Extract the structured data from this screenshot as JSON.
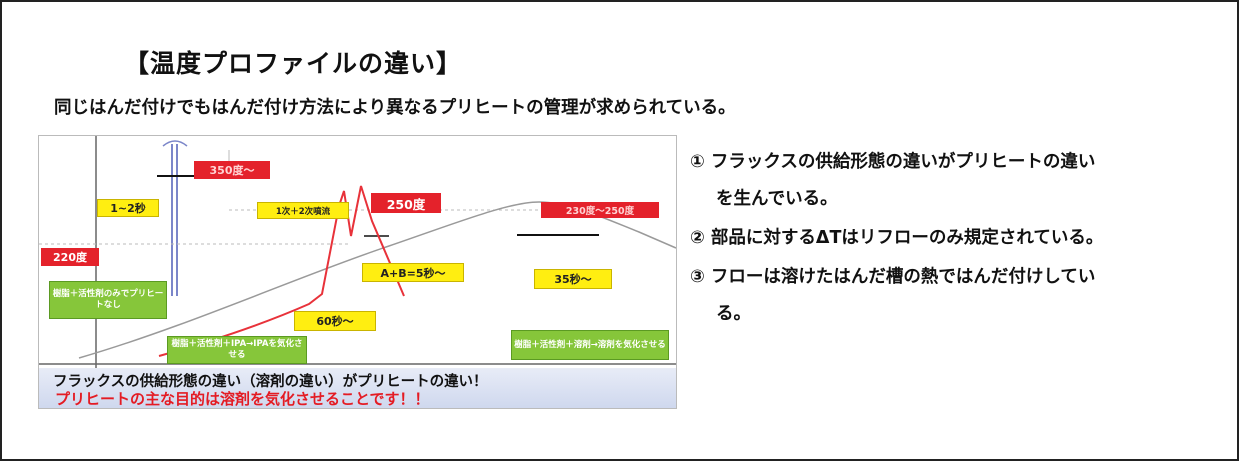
{
  "title": "【温度プロファイルの違い】",
  "subtitle": "同じはんだ付けでもはんだ付け方法により異なるプリヒートの管理が求められている。",
  "figure": {
    "labels": {
      "t350": "350度～",
      "t1to2": "1~2秒",
      "t220": "220度",
      "first_second": "1次＋2次噴流",
      "t250": "250度",
      "t230": "230度～250度",
      "ab5": "A+B=5秒～",
      "s35": "35秒～",
      "s60": "60秒～",
      "green1": "樹脂＋活性剤のみでプリヒートなし",
      "green2": "樹脂＋活性剤＋IPA→IPAを気化させる",
      "green3": "樹脂＋活性剤＋溶剤→溶剤を気化させる"
    },
    "banner_line1": "フラックスの供給形態の違い（溶剤の違い）がプリヒートの違い！",
    "banner_line2": "プリヒートの主な目的は溶剤を気化させることです！！"
  },
  "points": [
    {
      "line1": "① フラックスの供給形態の違いがプリヒートの違い",
      "line2": "を生んでいる。"
    },
    {
      "line1": "② 部品に対するΔTはリフローのみ規定されている。",
      "line2": ""
    },
    {
      "line1": "③ フローは溶けたはんだ槽の熱ではんだ付けしてい",
      "line2": "る。"
    }
  ],
  "colors": {
    "red_curve": "#e8323a",
    "gray_curve": "#9a9a9a",
    "label_red": "#e4222b",
    "label_yellow": "#ffee11",
    "label_green": "#86c63a",
    "banner_red_text": "#e41b23"
  }
}
